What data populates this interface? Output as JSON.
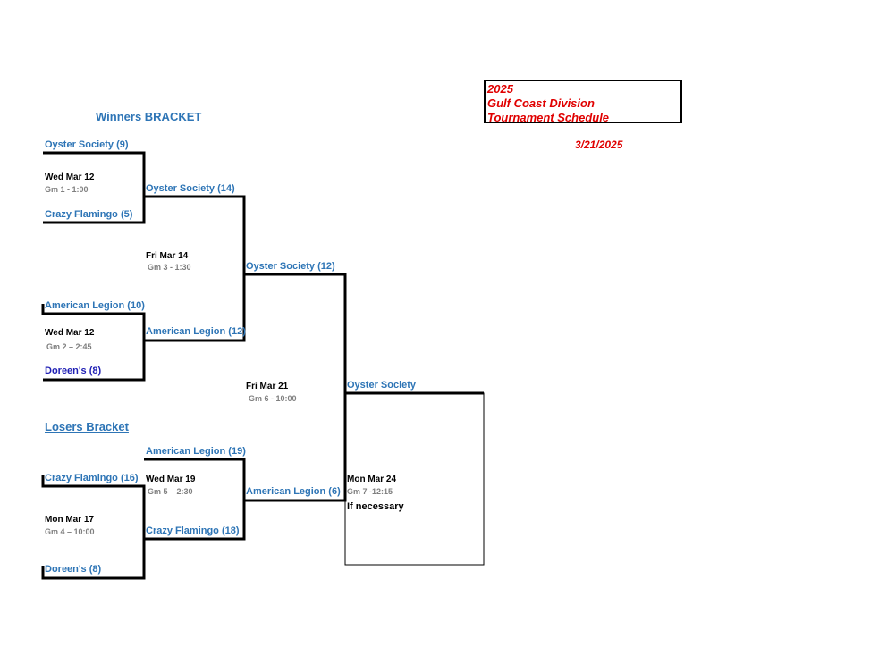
{
  "header": {
    "title_line1": "2025",
    "title_line2": "Gulf Coast Division",
    "title_line3": "Tournament Schedule",
    "date": "3/21/2025"
  },
  "winners": {
    "heading": "Winners BRACKET",
    "g1": {
      "top": "Oyster Society (9)",
      "bottom": "Crazy Flamingo (5)",
      "day": "Wed Mar 12",
      "game": "Gm 1 - 1:00"
    },
    "g2": {
      "top": "American Legion (10)",
      "bottom": "Doreen's (8)",
      "day": "Wed Mar 12",
      "game": "Gm 2 – 2:45"
    },
    "g3": {
      "top": "Oyster Society (14)",
      "bottom": "American Legion (12)",
      "day": "Fri Mar 14",
      "game": "Gm 3  - 1:30"
    },
    "g3_winner": "Oyster Society (12)"
  },
  "losers": {
    "heading": "Losers Bracket",
    "g4": {
      "top": "Crazy Flamingo (16)",
      "bottom": "Doreen's (8)",
      "day": "Mon Mar 17",
      "game": "Gm 4 – 10:00"
    },
    "g5": {
      "top": "American Legion (19)",
      "bottom": "Crazy Flamingo (18)",
      "day": "Wed Mar 19",
      "game": "Gm 5 – 2:30"
    },
    "g5_winner": "American Legion (6)"
  },
  "final": {
    "g6": {
      "day": "Fri Mar 21",
      "game": "Gm 6 - 10:00",
      "winner": "Oyster Society"
    },
    "g7": {
      "day": "Mon Mar 24",
      "game": "Gm 7 -12:15",
      "note": "If necessary"
    }
  }
}
